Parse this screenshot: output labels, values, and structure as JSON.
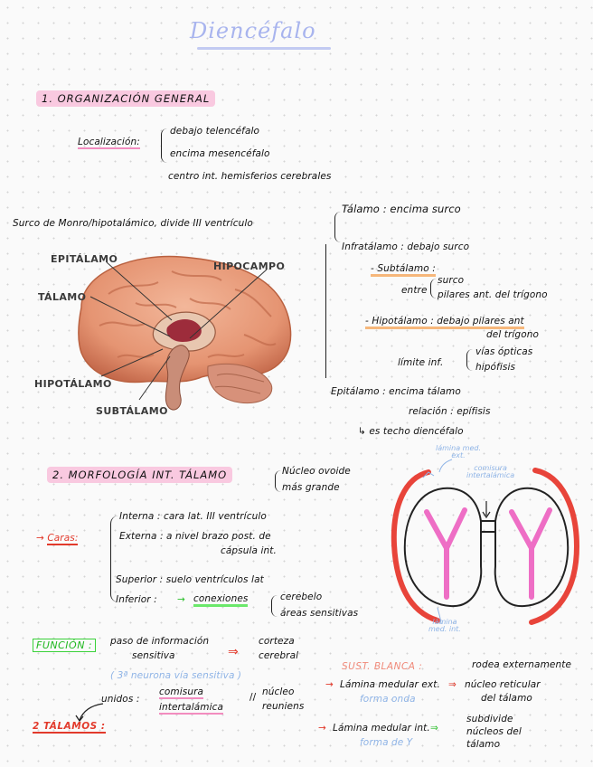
{
  "title": "Diencéfalo",
  "section1": {
    "heading": "1. ORGANIZACIÓN GENERAL",
    "localizacion_label": "Localización:",
    "loc_items": [
      "debajo telencéfalo",
      "encima mesencéfalo"
    ],
    "loc_note": "centro int. hemisferios cerebrales",
    "surco_line": "Surco de Monro/hipotalámico, divide III ventrículo",
    "talamo": "Tálamo : encima surco",
    "infratalamo": "Infratálamo : debajo surco",
    "subtalamo": "- Subtálamo :",
    "entre": "entre",
    "entre_items": [
      "surco",
      "pilares ant. del trígono"
    ],
    "hipotalamo": "- Hipotálamo : debajo pilares ant",
    "hipotalamo2": "del trígono",
    "limite": "límite inf.",
    "limite_items": [
      "vías ópticas",
      "hipófisis"
    ],
    "epitalamo": "Epitálamo : encima tálamo",
    "relacion": "relación : epífisis",
    "techo": "es techo diencéfalo"
  },
  "brain_labels": {
    "epitalamo": "EPITÁLAMO",
    "talamo": "TÁLAMO",
    "hipocampo": "HIPOCAMPO",
    "hipotalamo": "HIPOTÁLAMO",
    "subtalamo": "SUBTÁLAMO"
  },
  "section2": {
    "heading": "2. MORFOLOGÍA INT. TÁLAMO",
    "nucleo": [
      "Núcleo ovoide",
      "más grande"
    ],
    "caras_label": "Caras:",
    "interna": "Interna : cara lat. III ventrículo",
    "externa": "Externa : a nivel brazo post. de",
    "externa2": "cápsula int.",
    "superior": "Superior : suelo ventrículos lat",
    "inferior_label": "Inferior :",
    "conexiones": "conexiones",
    "inferior_items": [
      "cerebelo",
      "áreas sensitivas"
    ],
    "funcion_label": "FUNCIÓN :",
    "funcion_text": "paso de información",
    "funcion_text2": "sensitiva",
    "funcion_dest": [
      "corteza",
      "cerebral"
    ],
    "neurona": "( 3ª neurona vía sensitiva )",
    "unidos": "unidos :",
    "comisura": "comisura",
    "comisura2": "intertalámica",
    "nucleo_reuniens": [
      "núcleo",
      "reuniens"
    ],
    "dos_talamos": "2 TÁLAMOS :",
    "sust_blanca": "SUST. BLANCA :",
    "sust_blanca_text": "rodea externamente",
    "lamina_ext": "Lámina medular ext.",
    "lamina_ext_dest": [
      "núcleo reticular",
      "del tálamo"
    ],
    "forma_onda": "forma onda",
    "lamina_int": "Lámina medular int.",
    "lamina_int_dest": [
      "subdivide",
      "núcleos del",
      "tálamo"
    ],
    "forma_y": "forma de Y",
    "diagram_labels": {
      "lamina_ext": [
        "lámina med.",
        "ext."
      ],
      "comisura": [
        "comisura",
        "intertalámica"
      ],
      "lamina_int": [
        "lámina",
        "med. int."
      ]
    }
  },
  "colors": {
    "title": "#a8b4ee",
    "highlight_pink": "#f9c9e0",
    "red": "#e23a2c",
    "green": "#3ad23a",
    "blue": "#8fb4e6",
    "magenta": "#ee6ec5"
  }
}
